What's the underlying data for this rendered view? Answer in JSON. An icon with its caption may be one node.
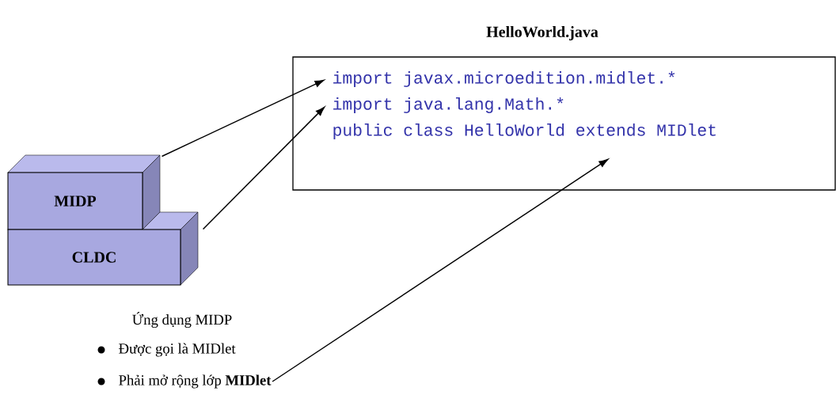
{
  "diagram": {
    "nodes": [
      {
        "text": [
          "HelloWorld.java"
        ]
      },
      {
        "text": [
          "import javax.microedition.midlet.*"
        ],
        "in": 0
      },
      {
        "text": [
          "import java.lang.Math.*"
        ],
        "in": 0
      },
      {
        "text": [
          "public class HelloWorld extends MIDlet"
        ],
        "in": 0
      },
      {
        "text": [
          "MIDP"
        ]
      },
      {
        "text": [
          "CLDC"
        ]
      },
      {
        "text": [
          "Phải mở rộng lớp **MIDlet**"
        ]
      }
    ],
    "edges": [
      {
        "from": 4,
        "to": 1,
        "arrow": "to"
      },
      {
        "from": 5,
        "to": 2,
        "arrow": "to"
      },
      {
        "from": 6,
        "to": 3,
        "arrow": "to"
      }
    ],
    "labels": [
      "Ứng dụng MIDP",
      "Được gọi là MIDlet"
    ]
  }
}
